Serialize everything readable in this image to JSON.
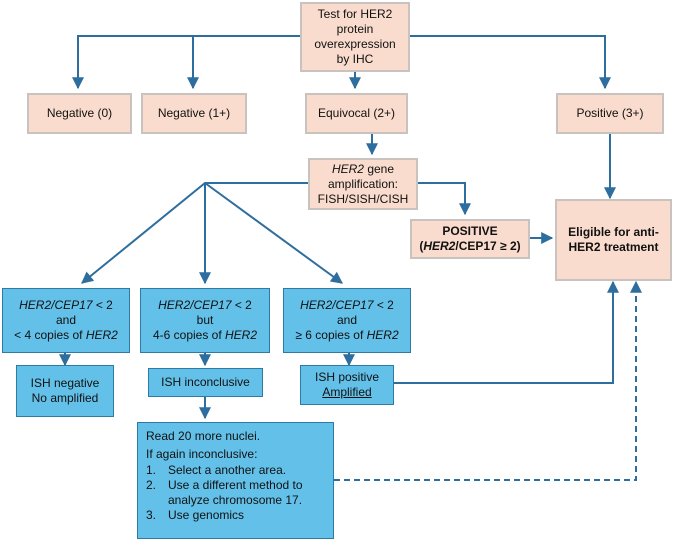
{
  "test": {
    "lines": [
      "Test for HER2",
      "protein",
      "overexpression",
      "by IHC"
    ]
  },
  "ihc": {
    "neg0": "Negative (0)",
    "neg1": "Negative (1+)",
    "equivocal": "Equivocal (2+)",
    "positive": "Positive (3+)"
  },
  "amp": {
    "italic": "HER2",
    "l1_rest": " gene",
    "l2": "amplification:",
    "l3": "FISH/SISH/CISH"
  },
  "positive_box": {
    "title": "POSITIVE",
    "prefix": "(",
    "italic": "HER2",
    "suffix": "/CEP17 ≥ 2)"
  },
  "eligible": {
    "l1": "Eligible for anti-",
    "l2": "HER2 treatment"
  },
  "ratio": [
    {
      "l1_italic": "HER2/CEP17",
      "l1_rest": " < 2",
      "l2": "and",
      "l3_pre": "< 4 copies of ",
      "l3_italic": "HER2"
    },
    {
      "l1_italic": "HER2/CEP17",
      "l1_rest": " < 2",
      "l2": "but",
      "l3_pre": "4-6 copies of ",
      "l3_italic": "HER2"
    },
    {
      "l1_italic": "HER2/CEP17",
      "l1_rest": " < 2",
      "l2": "and",
      "l3_pre": "≥ 6 copies of ",
      "l3_italic": "HER2"
    }
  ],
  "ish": {
    "negative": {
      "l1": "ISH negative",
      "l2": "No amplified"
    },
    "inconclusive": "ISH inconclusive",
    "positive": {
      "l1": "ISH positive",
      "l2": "Amplified"
    }
  },
  "reread": {
    "l1": "Read 20 more nuclei.",
    "l2": "If again inconclusive:",
    "items": [
      {
        "n": "1.",
        "text": "Select a another area."
      },
      {
        "n": "2.",
        "text": "Use a different method to"
      },
      {
        "n": "",
        "text": "analyze chromosome 17."
      },
      {
        "n": "3.",
        "text": "Use genomics"
      }
    ]
  },
  "colors": {
    "line": "#2e6e9e",
    "peach_fill": "#f9dccd",
    "blue_fill": "#62c0e9"
  }
}
